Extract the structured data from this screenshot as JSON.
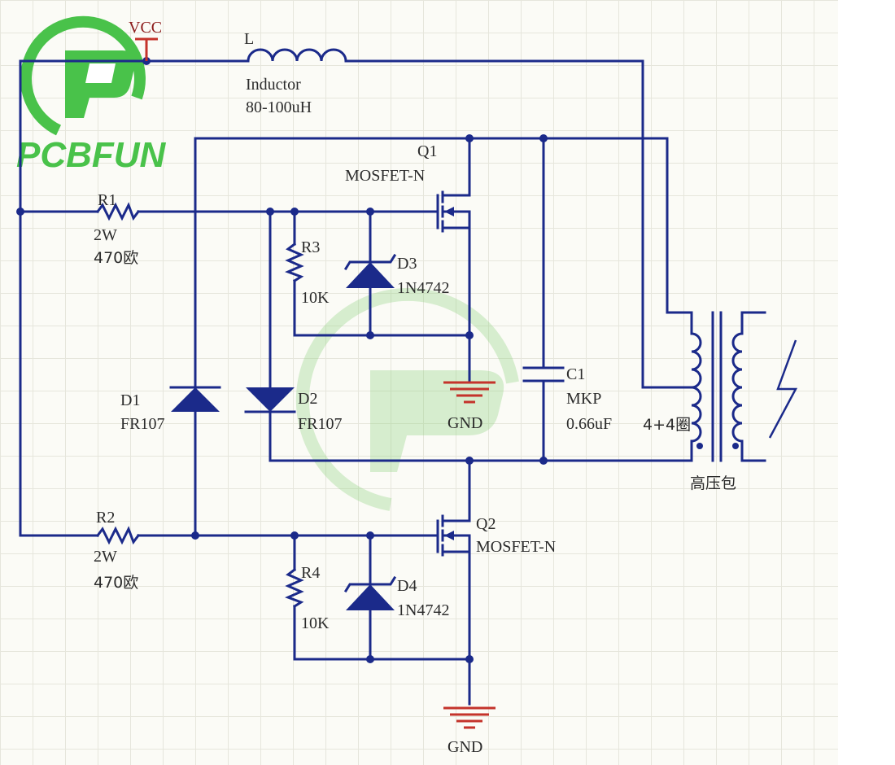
{
  "logo": {
    "text": "PCBFUN",
    "color": "#49c24a"
  },
  "wire_color": "#1b2a8a",
  "power": {
    "vcc": "VCC",
    "gnd_top": "GND",
    "gnd_bottom": "GND"
  },
  "inductor": {
    "ref": "L",
    "name": "Inductor",
    "value": "80-100uH"
  },
  "q1": {
    "ref": "Q1",
    "type": "MOSFET-N"
  },
  "q2": {
    "ref": "Q2",
    "type": "MOSFET-N"
  },
  "r1": {
    "ref": "R1",
    "power": "2W",
    "value": "470欧"
  },
  "r2": {
    "ref": "R2",
    "power": "2W",
    "value": "470欧"
  },
  "r3": {
    "ref": "R3",
    "value": "10K"
  },
  "r4": {
    "ref": "R4",
    "value": "10K"
  },
  "d1": {
    "ref": "D1",
    "part": "FR107"
  },
  "d2": {
    "ref": "D2",
    "part": "FR107"
  },
  "d3": {
    "ref": "D3",
    "part": "1N4742"
  },
  "d4": {
    "ref": "D4",
    "part": "1N4742"
  },
  "c1": {
    "ref": "C1",
    "type": "MKP",
    "value": "0.66uF"
  },
  "transformer": {
    "turns": "4+4圈",
    "name": "高压包"
  }
}
